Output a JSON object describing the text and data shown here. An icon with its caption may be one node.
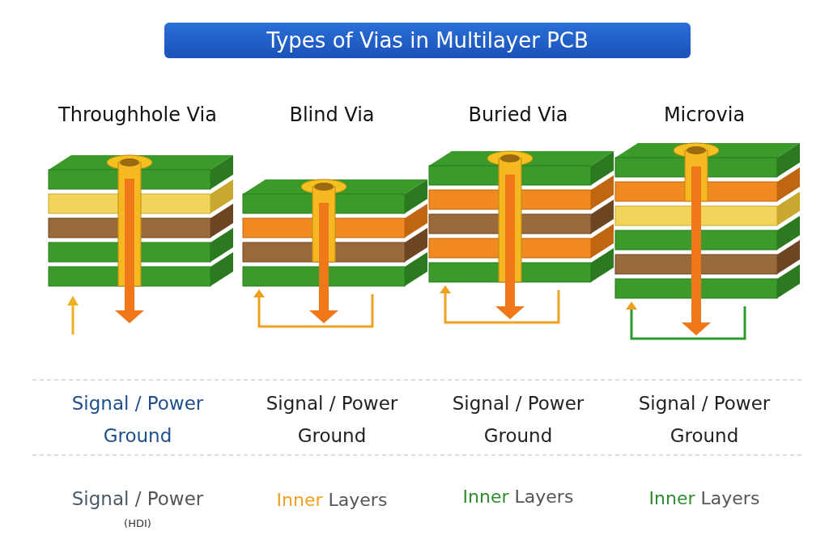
{
  "diagram": {
    "title": "Types of Vias in Multilayer PCB",
    "labels": [
      "Throughhole Via",
      "Blind Via",
      "Buried Via",
      "Microvia",
      "Signal / Power",
      "Signal / Power",
      "Signal / Power",
      "Signal / Power",
      "Ground",
      "Ground",
      "Ground",
      "Ground",
      "Signal / Power",
      "Inner Layers",
      "Inner Layers",
      "Inner Layers",
      "(HDI)"
    ]
  }
}
